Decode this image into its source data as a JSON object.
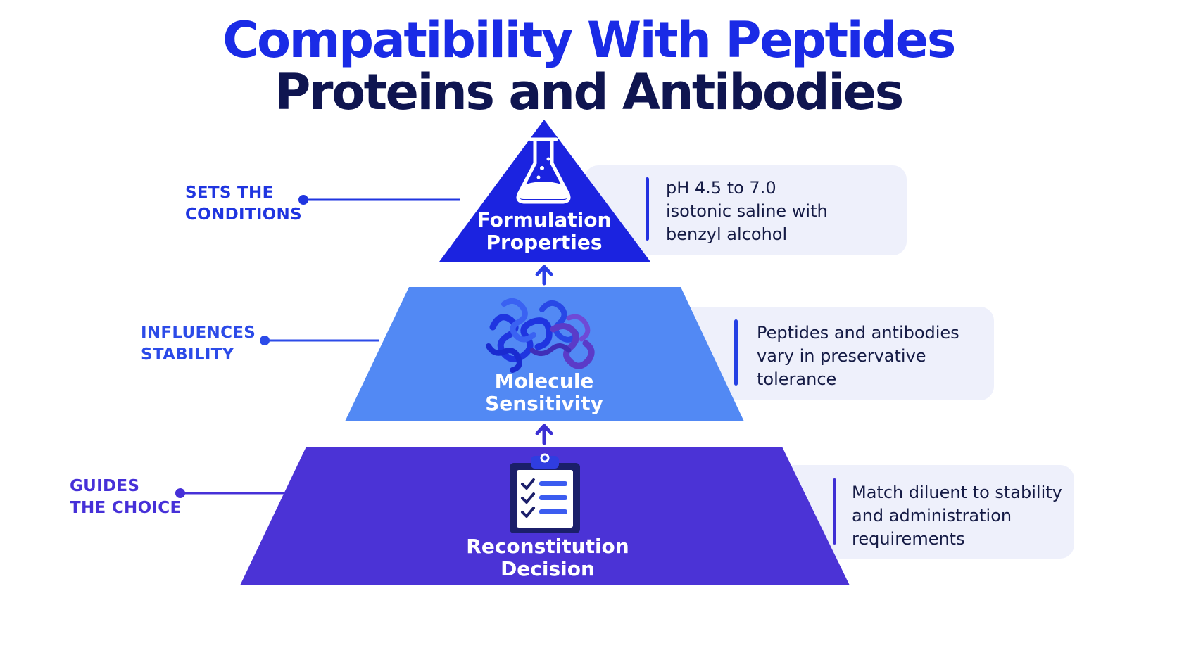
{
  "title": {
    "line1": "Compatibility With Peptides",
    "line2": "Proteins and Antibodies"
  },
  "colors": {
    "title_line1": "#1a2be6",
    "title_line2": "#0f1550",
    "tier_top": "#1b23e0",
    "tier_middle": "#5289f4",
    "tier_bottom": "#4b33d6",
    "card_background": "#eef0fb",
    "label_top": "#1f35e0",
    "label_middle": "#2c4be8",
    "label_bottom": "#4630d8"
  },
  "tiers": [
    {
      "name": [
        "Formulation",
        "Properties"
      ],
      "icon": "flask-icon",
      "side_label": [
        "SETS THE",
        "CONDITIONS"
      ],
      "description": [
        "pH 4.5 to 7.0",
        "isotonic saline with",
        "benzyl alcohol"
      ]
    },
    {
      "name": [
        "Molecule",
        "Sensitivity"
      ],
      "icon": "protein-structure-icon",
      "side_label": [
        "INFLUENCES",
        "STABILITY"
      ],
      "description": [
        "Peptides and antibodies",
        "vary in preservative",
        "tolerance"
      ]
    },
    {
      "name": [
        "Reconstitution",
        "Decision"
      ],
      "icon": "clipboard-checklist-icon",
      "side_label": [
        "GUIDES",
        "THE CHOICE"
      ],
      "description": [
        "Match diluent to stability",
        "and administration",
        "requirements"
      ]
    }
  ],
  "connectors": [
    "arrow-up-icon",
    "arrow-up-icon"
  ]
}
